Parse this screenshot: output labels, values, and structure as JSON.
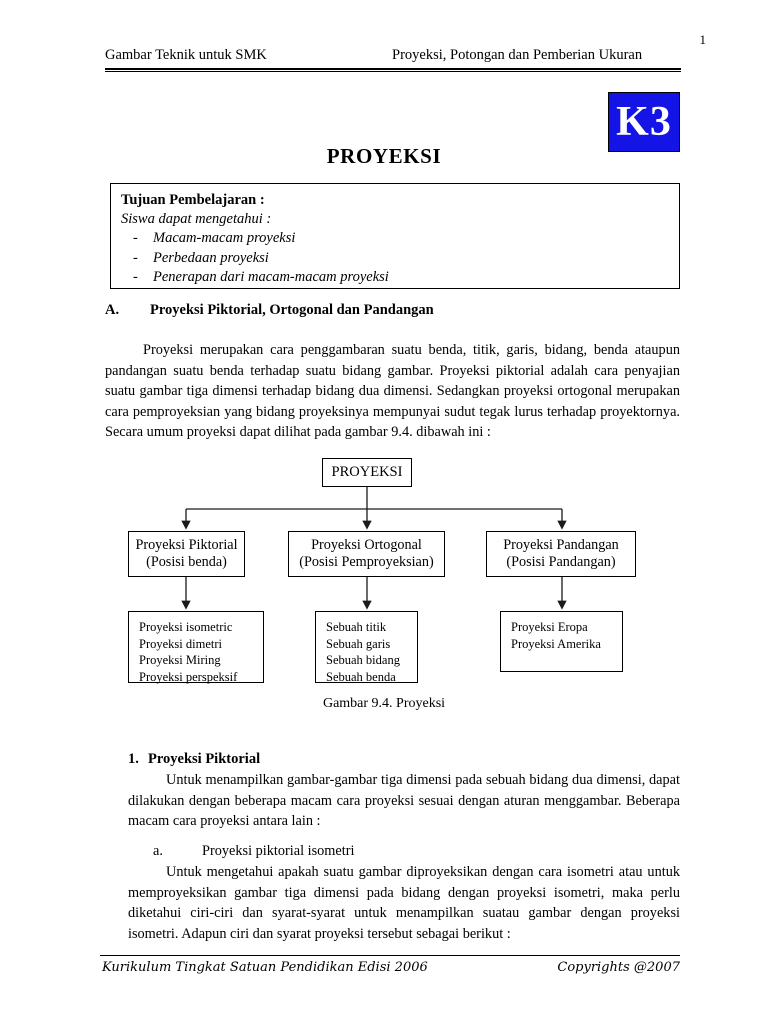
{
  "page": {
    "number": "1",
    "header_left": "Gambar Teknik untuk SMK",
    "header_right": "Proyeksi, Potongan dan Pemberian Ukuran",
    "logo_text": "K3",
    "logo_color": "#1414e6",
    "title": "PROYEKSI"
  },
  "objectives": {
    "heading": "Tujuan Pembelajaran :",
    "subheading": "Siswa dapat mengetahui :",
    "dash": "-",
    "items": [
      "Macam-macam proyeksi",
      "Perbedaan proyeksi",
      "Penerapan dari macam-macam proyeksi"
    ]
  },
  "section_a": {
    "letter": "A.",
    "heading": "Proyeksi Piktorial, Ortogonal dan Pandangan",
    "paragraph": "Proyeksi merupakan cara penggambaran suatu benda, titik, garis, bidang, benda ataupun pandangan suatu benda terhadap suatu bidang gambar. Proyeksi piktorial adalah cara penyajian suatu gambar tiga dimensi terhadap bidang dua dimensi. Sedangkan proyeksi ortogonal merupakan cara pemproyeksian yang bidang proyeksinya mempunyai sudut tegak lurus terhadap proyektornya. Secara umum proyeksi dapat dilihat pada gambar 9.4. dibawah ini :"
  },
  "diagram": {
    "caption": "Gambar 9.4. Proyeksi",
    "root": "PROYEKSI",
    "level1": [
      {
        "line1": "Proyeksi Piktorial",
        "line2": "(Posisi benda)"
      },
      {
        "line1": "Proyeksi Ortogonal",
        "line2": "(Posisi Pemproyeksian)"
      },
      {
        "line1": "Proyeksi Pandangan",
        "line2": "(Posisi Pandangan)"
      }
    ],
    "level2": [
      {
        "lines": [
          "Proyeksi isometric",
          "Proyeksi dimetri",
          "Proyeksi Miring",
          "Proyeksi perspeksif"
        ]
      },
      {
        "lines": [
          "Sebuah titik",
          "Sebuah garis",
          "Sebuah bidang",
          "Sebuah benda"
        ]
      },
      {
        "lines": [
          "Proyeksi Eropa",
          "Proyeksi Amerika"
        ]
      }
    ]
  },
  "section_1": {
    "number": "1.",
    "heading": "Proyeksi Piktorial",
    "paragraph": "Untuk menampilkan gambar-gambar tiga dimensi pada sebuah bidang dua dimensi, dapat dilakukan dengan beberapa macam cara proyeksi sesuai dengan aturan menggambar. Beberapa macam cara proyeksi antara lain :"
  },
  "subsection_a": {
    "letter": "a.",
    "heading": "Proyeksi piktorial isometri",
    "paragraph": "Untuk mengetahui apakah suatu gambar diproyeksikan dengan cara isometri atau untuk memproyeksikan gambar tiga dimensi pada bidang dengan proyeksi isometri, maka perlu diketahui ciri-ciri dan syarat-syarat untuk menampilkan suatau gambar dengan proyeksi isometri. Adapun ciri dan syarat proyeksi tersebut sebagai berikut :"
  },
  "footer": {
    "left": "Kurikulum Tingkat Satuan Pendidikan Edisi 2006",
    "right": "Copyrights @2007"
  }
}
